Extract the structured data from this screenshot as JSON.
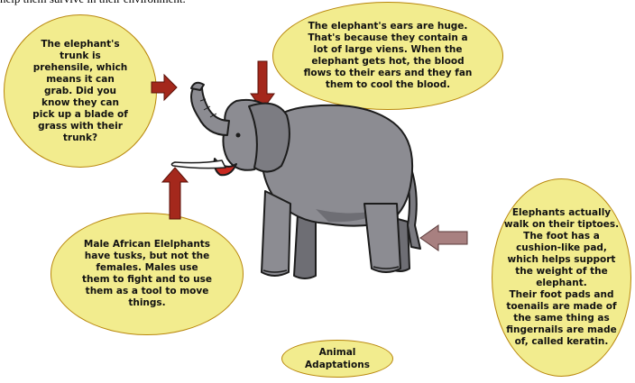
{
  "caption_top": "help them survive in their environment.",
  "bubbles": {
    "trunk": "The elephant's\ntrunk is\nprehensile, which\nmeans it can\ngrab. Did you\nknow they can\npick up a blade of\ngrass with their\ntrunk?",
    "ears": "The elephant's ears are huge.\nThat's because they contain a\nlot of large viens. When the\nelephant gets hot, the blood\nflows to their ears and they fan\nthem to cool the blood.",
    "tusks": "Male African Elelphants\nhave tusks, but not the\nfemales. Males use\nthem to fight and to use\nthem as a tool to move\nthings.",
    "feet": "Elephants actually\nwalk on their tiptoes.\nThe foot has a\ncushion-like pad,\nwhich helps support\nthe weight of the\nelephant.\nTheir foot  pads and\ntoenails are made of\nthe same thing as\nfingernails are made\nof, called keratin.",
    "title": "Animal\nAdaptations"
  },
  "colors": {
    "bubble_fill": "#f2ec8e",
    "bubble_border": "#b8860b",
    "arrow_dark_red": "#a4281c",
    "arrow_mauve": "#a88080",
    "elephant_gray": "#8c8c92"
  }
}
